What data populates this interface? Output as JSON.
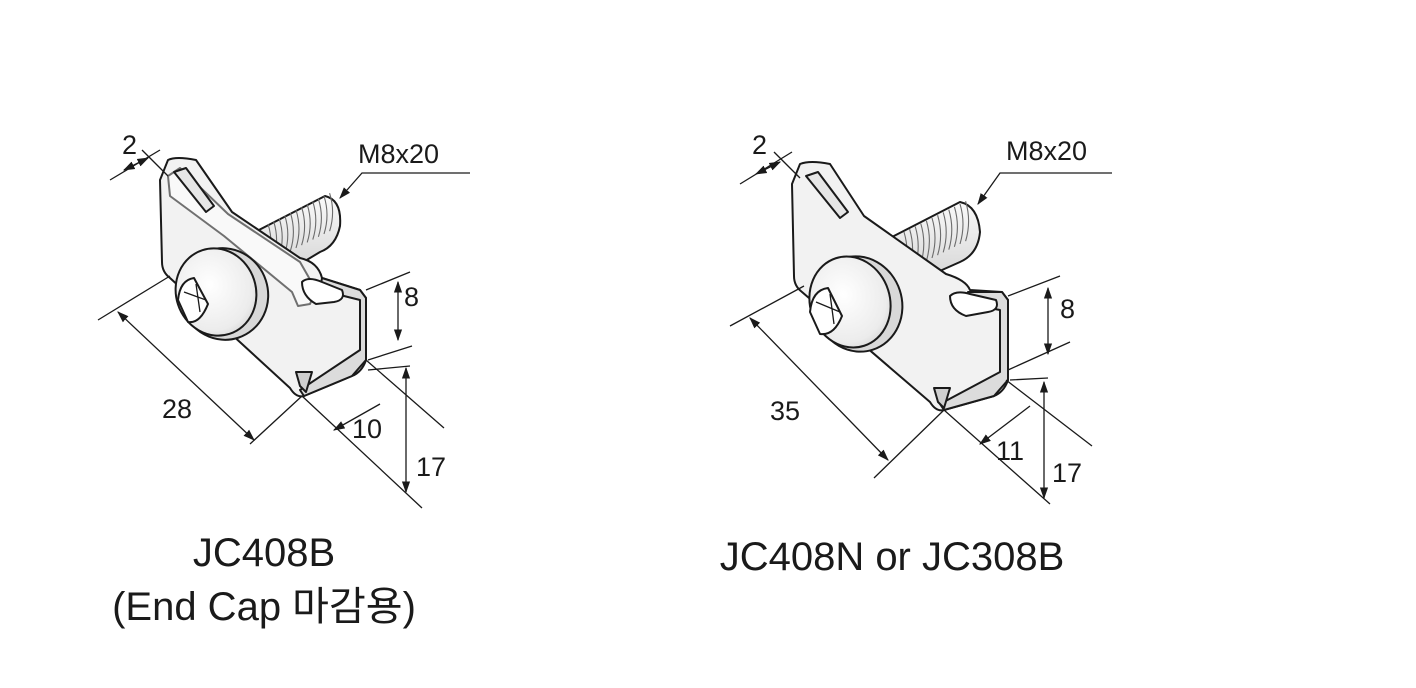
{
  "figures": [
    {
      "id": "jc408b",
      "caption": "JC408B",
      "subcaption": "(End Cap 마감용)",
      "bolt_spec": "M8x20",
      "dims": {
        "thickness": "2",
        "length": "28",
        "slot_height": "8",
        "base_depth": "10",
        "total_height": "17"
      }
    },
    {
      "id": "jc408n",
      "caption": "JC408N or JC308B",
      "subcaption": "",
      "bolt_spec": "M8x20",
      "dims": {
        "thickness": "2",
        "length": "35",
        "slot_height": "8",
        "base_depth": "11",
        "total_height": "17"
      }
    }
  ],
  "colors": {
    "part_fill": "#f4f4f4",
    "part_shade": "#dcdcdc",
    "line": "#1a1a1a",
    "thread": "#6b6b6b"
  }
}
